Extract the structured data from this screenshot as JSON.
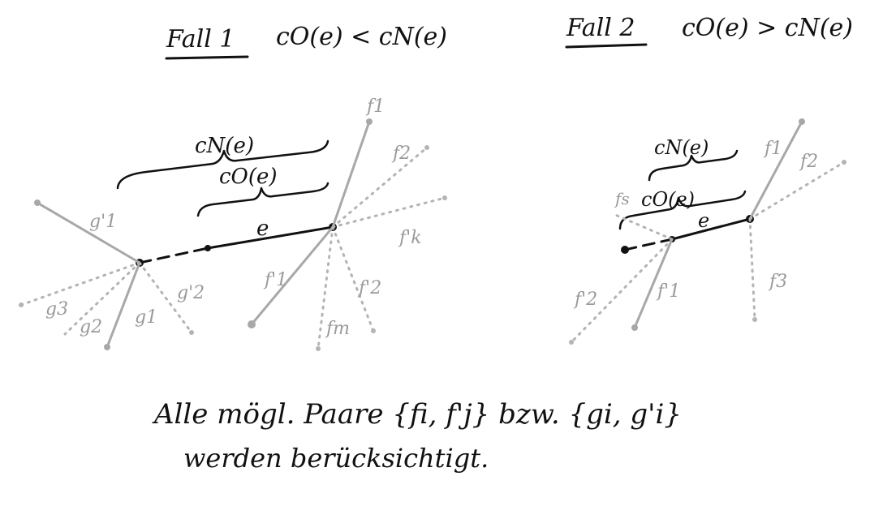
{
  "colors": {
    "ink": "#111111",
    "grey_edge": "#a8a8a8",
    "grey_label": "#9a9a9a",
    "background": "#ffffff"
  },
  "case1": {
    "title": "Fall 1",
    "condition": "cO(e) < cN(e)",
    "brace_outer": "cN(e)",
    "brace_inner": "cO(e)",
    "edge": "e",
    "labels": {
      "f1": "f1",
      "f2": "f2",
      "fk_prime": "f'k",
      "f1_prime": "f'1",
      "f2_prime": "f'2",
      "fm": "fm",
      "g1_prime": "g'1",
      "g2_prime": "g'2",
      "g3": "g3",
      "g2": "g2",
      "g1": "g1"
    }
  },
  "case2": {
    "title": "Fall 2",
    "condition": "cO(e) > cN(e)",
    "brace_outer": "cN(e)",
    "brace_inner": "cO(e)",
    "edge": "e",
    "labels": {
      "f1": "f1",
      "f2": "f2",
      "f3": "f3",
      "fs": "fs",
      "f2_prime": "f'2",
      "f1_prime": "f'1"
    }
  },
  "note": {
    "line1": "Alle mögl. Paare {fi, f'j} bzw. {gi, g'i}",
    "line2": "werden berücksichtigt."
  }
}
